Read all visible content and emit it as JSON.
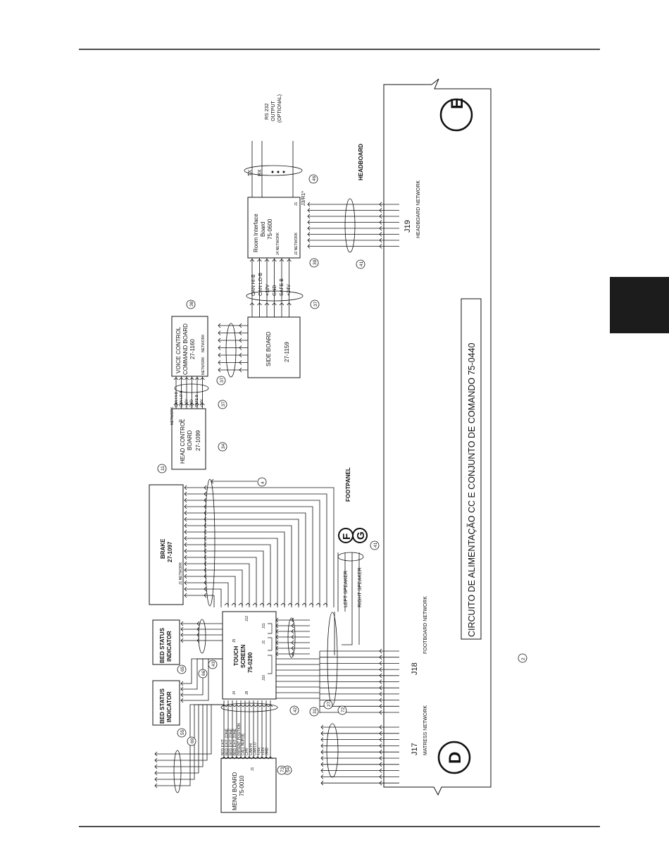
{
  "page": {
    "title": "CIRCUITO DE ALIMENTAÇÃO CC E CONJUNTO DE COMANDO 75-0440"
  },
  "main_board": {
    "title": "CIRCUITO DE ALIMENTAÇÃO CC E CONJUNTO DE COMANDO 75-0440",
    "j17": "J17",
    "j17_net": "MATRESS NETWORK",
    "j18": "J18",
    "j18_net": "FOOTBOARD NETWORK",
    "j19": "J19",
    "j19_net": "HEADBOARD NETWORK"
  },
  "sections": {
    "headboard": "HEADBOARD",
    "footpanel": "FOOTPANEL"
  },
  "circle_letters": {
    "d": "D",
    "e": "E",
    "f": "F",
    "g": "G"
  },
  "rs232": {
    "line1": "RS 232",
    "line2": "OUTPUT",
    "line3": "(OPTIONAL)",
    "tx": "TX",
    "rx": "RX"
  },
  "room_interface": {
    "line1": "Room Interface",
    "line2": "Board",
    "line3": "75-0600",
    "conn": "J3/R1*",
    "net1": "J4 NETWORK",
    "net2": "J2 NETWORK",
    "j1": "J1"
  },
  "can_signals": [
    "CAN HI-B",
    "CAN LO-B",
    "+12V",
    "GND",
    "SAFE B",
    "+24V"
  ],
  "side_board": {
    "line1": "SIDE BOARD",
    "line2": "27-1159"
  },
  "voice_control": {
    "line1": "VOICE CONTROL",
    "line2": "COMMAND BOARD",
    "line3": "27-1160",
    "net1": "NETWORK",
    "net2": "NETWORK"
  },
  "voice_signals": [
    "CAN HI-B",
    "CAN LO-B",
    "+12V",
    "GND",
    "SAFE B",
    "+24V"
  ],
  "head_control": {
    "line1": "HEAD CONTROL",
    "line2": "BOARD",
    "line3": "27-1099",
    "net": "NETWORK",
    "j1": "J1"
  },
  "brake": {
    "line1": "BRAKE",
    "line2": "27-1097",
    "net": "J1 NETWORK"
  },
  "touch_screen": {
    "line1": "TOUCH",
    "line2": "SCREEN",
    "line3": "75-0290",
    "j12": "J12",
    "j11": "J11",
    "j1": "J1",
    "j5": "J5",
    "j10": "J10",
    "j8": "J8",
    "j4": "J4"
  },
  "bed_status_1": {
    "line1": "BED STATUS",
    "line2": "INDICATOR"
  },
  "bed_status_2": {
    "line1": "BED STATUS",
    "line2": "INDICATOR"
  },
  "menu_board": {
    "line1": "MENU BOARD",
    "line2": "75-0010",
    "j1": "J1"
  },
  "menu_signals": [
    "BED EXIT",
    "BED EXIT ZONE",
    "BED EXIT ZONE",
    "BED EXIT ZONE",
    "PATIENT POSITION",
    "CALL NURSE",
    "CPR",
    "CAN HI",
    "CAN LO",
    "+24V",
    "+12V",
    "GND"
  ],
  "speakers": {
    "left": "LEFT SPEAKER",
    "right": "RIGHT SPEAKER"
  },
  "callouts": [
    "2",
    "4",
    "11",
    "27",
    "31",
    "34",
    "37",
    "37",
    "37",
    "38",
    "39",
    "41",
    "41",
    "42",
    "43",
    "46",
    "54",
    "55",
    "65",
    "66",
    "69",
    "72",
    "73"
  ],
  "colors": {
    "ink": "#111111",
    "tab": "#1c1c1c",
    "background": "#ffffff"
  }
}
